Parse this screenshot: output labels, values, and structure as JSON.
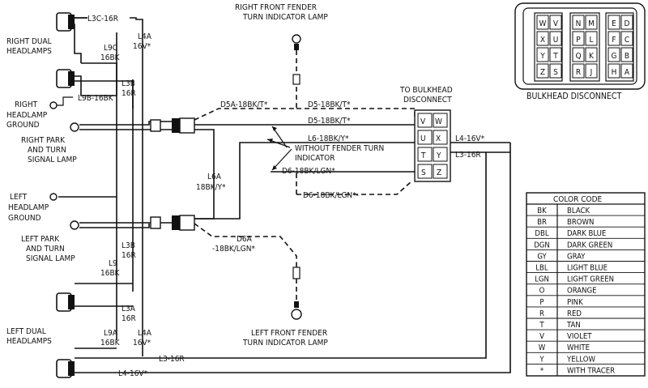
{
  "labels": {
    "l3c": "L3C-16R",
    "l4a_top": [
      "L4A",
      "16V*"
    ],
    "right_dual": [
      "RIGHT DUAL",
      "HEADLAMPS"
    ],
    "l9c": [
      "L9C",
      "16BK"
    ],
    "l3b": [
      "L3B",
      "16R"
    ],
    "l9b": "L9B-16BK",
    "right_ground": [
      "RIGHT",
      "HEADLAMP",
      "GROUND"
    ],
    "right_park": [
      "RIGHT PARK",
      "AND TURN",
      "SIGNAL LAMP"
    ],
    "d5a": "D5A-18BK/T*",
    "d5_upper": "D5-18BK/T*",
    "d5_lower": "D5-18BK/T*",
    "l6": "L6-18BK/Y*",
    "without": [
      "WITHOUT FENDER TURN",
      "INDICATOR"
    ],
    "d6": "D6-18BK/LGN*",
    "d6_dashed": "D6-18BK/LGN*-",
    "l6a": [
      "L6A",
      "18BK/Y*"
    ],
    "d6a": [
      "D6A",
      "-18BK/LGN*"
    ],
    "rf_lamp": [
      "RIGHT FRONT FENDER",
      "TURN INDICATOR LAMP"
    ],
    "lf_lamp": [
      "LEFT FRONT FENDER",
      "TURN INDICATOR LAMP"
    ],
    "to_bulkhead": [
      "TO BULKHEAD",
      "DISCONNECT"
    ],
    "l4_right": "L4-16V*",
    "l3_right": "L3-16R",
    "left_ground": [
      "LEFT",
      "HEADLAMP",
      "GROUND"
    ],
    "left_park": [
      "LEFT PARK",
      "AND TURN",
      "SIGNAL LAMP"
    ],
    "l3b_lower": [
      "L3B",
      "16R"
    ],
    "l9": [
      "L9",
      "16BK"
    ],
    "l3a": [
      "L3A",
      "16R"
    ],
    "left_dual": [
      "LEFT DUAL",
      "HEADLAMPS"
    ],
    "l9a": [
      "L9A",
      "16BK"
    ],
    "l4a_bottom": [
      "L4A",
      "16V*"
    ],
    "l3_bottom": "L3-16R",
    "l4_bottom": "L4-16V*"
  },
  "bulkhead_small": {
    "pins": [
      "V",
      "W",
      "U",
      "X",
      "T",
      "Y",
      "S",
      "Z"
    ]
  },
  "bulkhead_big": {
    "title": "BULKHEAD DISCONNECT",
    "columns": [
      [
        "W",
        "X",
        "Y",
        "Z"
      ],
      [
        "V",
        "U",
        "T",
        "S"
      ],
      [
        "N",
        "P",
        "Q",
        "R"
      ],
      [
        "M",
        "L",
        "K",
        "J"
      ],
      [
        "E",
        "F",
        "G",
        "H"
      ],
      [
        "D",
        "C",
        "B",
        "A"
      ]
    ]
  },
  "color_code": {
    "title": "COLOR CODE",
    "rows": [
      {
        "code": "BK",
        "name": "BLACK"
      },
      {
        "code": "BR",
        "name": "BROWN"
      },
      {
        "code": "DBL",
        "name": "DARK BLUE"
      },
      {
        "code": "DGN",
        "name": "DARK GREEN"
      },
      {
        "code": "GY",
        "name": "GRAY"
      },
      {
        "code": "LBL",
        "name": "LIGHT BLUE"
      },
      {
        "code": "LGN",
        "name": "LIGHT GREEN"
      },
      {
        "code": "O",
        "name": "ORANGE"
      },
      {
        "code": "P",
        "name": "PINK"
      },
      {
        "code": "R",
        "name": "RED"
      },
      {
        "code": "T",
        "name": "TAN"
      },
      {
        "code": "V",
        "name": "VIOLET"
      },
      {
        "code": "W",
        "name": "WHITE"
      },
      {
        "code": "Y",
        "name": "YELLOW"
      },
      {
        "code": "*",
        "name": "WITH TRACER"
      }
    ]
  }
}
